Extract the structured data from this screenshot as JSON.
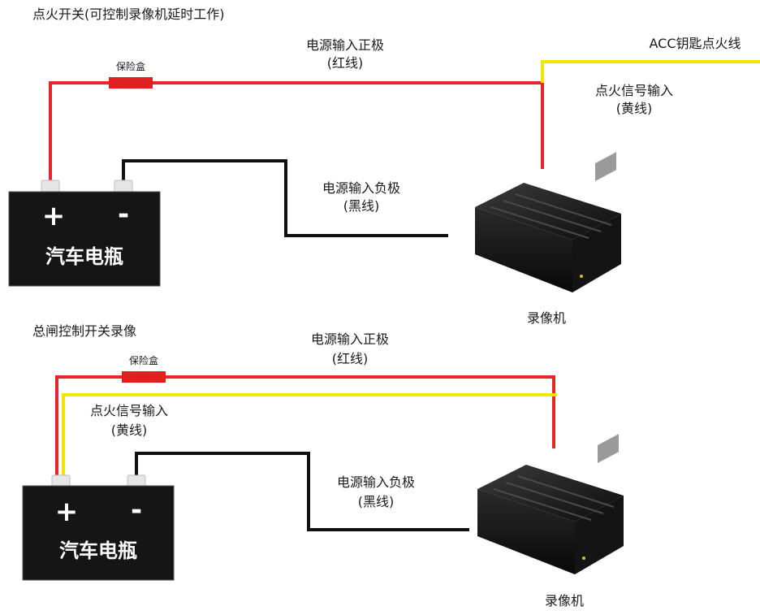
{
  "colors": {
    "positive_wire": "#e8262a",
    "negative_wire": "#111111",
    "signal_wire": "#f2e600",
    "fuse": "#e01f1f",
    "battery": "#151515",
    "terminal": "#e6e6e6",
    "dvr_body": "#1b1b1b"
  },
  "diagram1": {
    "title": "点火开关(可控制录像机延时工作)",
    "fuse_label": "保险盒",
    "positive_label_line1": "电源输入正极",
    "positive_label_line2": "(红线)",
    "acc_label": "ACC钥匙点火线",
    "ignition_label_line1": "点火信号输入",
    "ignition_label_line2": "(黄线)",
    "negative_label_line1": "电源输入负极",
    "negative_label_line2": "(黑线)",
    "battery_plus": "+",
    "battery_minus": "-",
    "battery_name": "汽车电瓶",
    "device_label": "录像机"
  },
  "diagram2": {
    "title": "总闸控制开关录像",
    "fuse_label": "保险盒",
    "positive_label_line1": "电源输入正极",
    "positive_label_line2": "(红线)",
    "ignition_label_line1": "点火信号输入",
    "ignition_label_line2": "(黄线)",
    "negative_label_line1": "电源输入负极",
    "negative_label_line2": "(黑线)",
    "battery_plus": "+",
    "battery_minus": "-",
    "battery_name": "汽车电瓶",
    "device_label": "录像机"
  }
}
